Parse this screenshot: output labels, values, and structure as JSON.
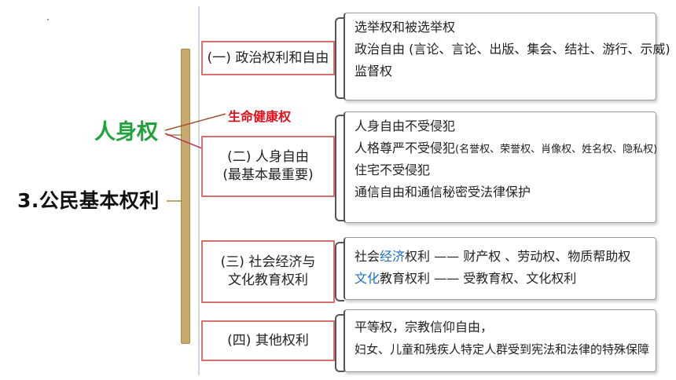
{
  "main_title": "3.公民基本权利",
  "renshen_label": "人身权",
  "life_label": "生命健康权",
  "categories": [
    {
      "lines": [
        "(一) 政治权利和自由"
      ]
    },
    {
      "lines": [
        "(二) 人身自由",
        "(最基本最重要)"
      ]
    },
    {
      "lines": [
        "(三) 社会经济与",
        "文化教育权利"
      ]
    },
    {
      "lines": [
        "(四) 其他权利"
      ]
    }
  ],
  "details": [
    {
      "lines": [
        "选举权和被选举权",
        "政治自由 (言论、言论、出版、集会、结社、游行、示威)",
        "监督权"
      ]
    },
    {
      "line1": "人身自由不受侵犯",
      "line2_main": "人格尊严不受侵犯",
      "line2_small": "(名誉权、荣誉权、肖像权、姓名权、隐私权)",
      "line3": "住宅不受侵犯",
      "line4": "通信自由和通信秘密受法律保护"
    },
    {
      "line1_pre": "社会",
      "line1_blue": "经济",
      "line1_post": "权利 —— 财产权 、劳动权、物质帮助权",
      "line2_blue": "文化",
      "line2_post": "教育权利 —— 受教育权、文化权利"
    },
    {
      "lines": [
        "平等权，宗教信仰自由，",
        "妇女、儿童和残疾人特定人群受到宪法和法律的特殊保障"
      ]
    }
  ],
  "colors": {
    "green": "#22a23a",
    "red": "#e3101b",
    "blue": "#1f6fc9",
    "box_border": "#d9706e",
    "spine": "#c9a96e"
  }
}
